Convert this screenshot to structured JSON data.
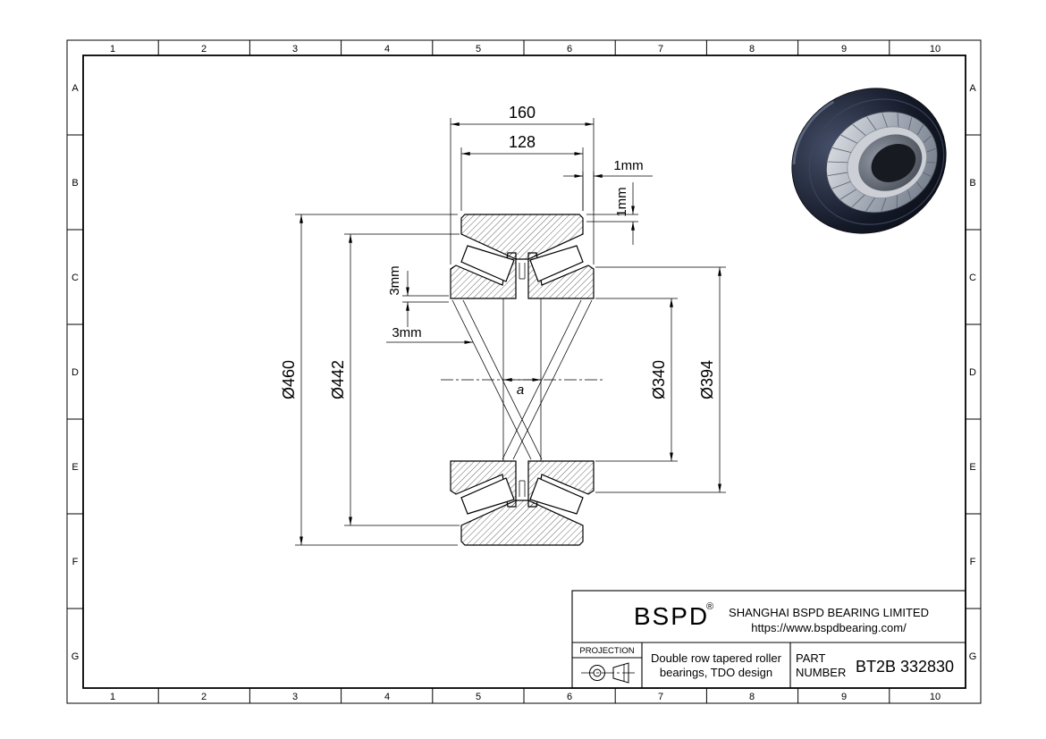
{
  "frame": {
    "columns": [
      "1",
      "2",
      "3",
      "4",
      "5",
      "6",
      "7",
      "8",
      "9",
      "10"
    ],
    "rows": [
      "A",
      "B",
      "C",
      "D",
      "E",
      "F",
      "G"
    ]
  },
  "dims": {
    "total_width": "160",
    "cup_width": "128",
    "face_offset_h": "1mm",
    "face_offset_v": "1mm",
    "rib_offset_v": "3mm",
    "rib_offset_leader": "3mm",
    "outer_diameter": "Ø460",
    "raceway_diameter": "Ø442",
    "bore_diameter": "Ø340",
    "flange_diameter": "Ø394",
    "effective_center_distance": "a"
  },
  "title_block": {
    "brand": "BSPD",
    "registered": "®",
    "company": "SHANGHAI BSPD BEARING LIMITED",
    "website": "https://www.bspdbearing.com/",
    "projection_label": "PROJECTION",
    "description_line1": "Double row tapered roller",
    "description_line2": "bearings, TDO design",
    "part_label_line1": "PART",
    "part_label_line2": "NUMBER",
    "part_number": "BT2B 332830"
  },
  "colors": {
    "line": "#000000",
    "bearing_ring_dark": "#141927",
    "bearing_metal_light": "#ccd0d6"
  }
}
